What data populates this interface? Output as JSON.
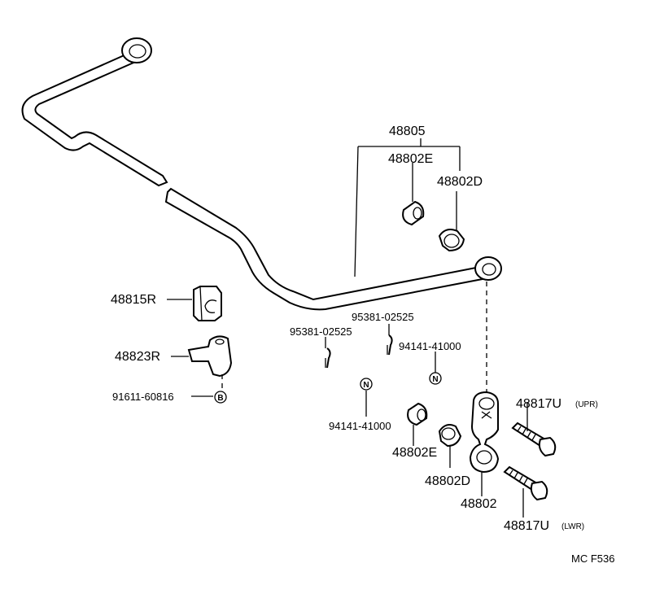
{
  "labels": {
    "p48805": "48805",
    "p48802E_top": "48802E",
    "p48802D_top": "48802D",
    "p48815R": "48815R",
    "p48823R": "48823R",
    "p91611": "91611-60816",
    "p95381_a": "95381-02525",
    "p95381_b": "95381-02525",
    "p94141_a": "94141-41000",
    "p94141_b": "94141-41000",
    "p48802E_bot": "48802E",
    "p48802D_bot": "48802D",
    "p48802": "48802",
    "p48817U_upr": "48817U",
    "upr": "(UPR)",
    "p48817U_lwr": "48817U",
    "lwr": "(LWR)"
  },
  "marks": {
    "b": "B",
    "n1": "N",
    "n2": "N"
  },
  "footer": {
    "code": "MC  F536"
  }
}
